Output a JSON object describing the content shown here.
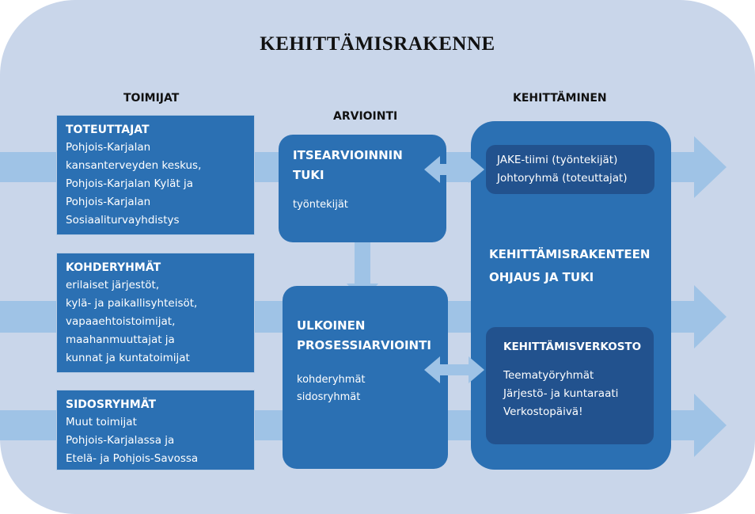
{
  "title": "KEHITTÄMISRAKENNE",
  "columns": {
    "toimijat": "TOIMIJAT",
    "arviointi": "ARVIOINTI",
    "kehittaminen": "KEHITTÄMINEN"
  },
  "toteuttajat": {
    "heading": "TOTEUTTAJAT",
    "lines": [
      "Pohjois-Karjalan",
      "kansanterveyden keskus,",
      "Pohjois-Karjalan Kylät ja",
      "Pohjois-Karjalan",
      "Sosiaaliturvayhdistys"
    ]
  },
  "kohderyhmat": {
    "heading": "KOHDERYHMÄT",
    "lines": [
      "erilaiset järjestöt,",
      "kylä- ja paikallisyhteisöt,",
      "vapaaehtoistoimijat,",
      "maahanmuuttajat ja",
      "kunnat ja kuntatoimijat"
    ]
  },
  "sidosryhmat": {
    "heading": "SIDOSRYHMÄT",
    "lines": [
      "Muut toimijat",
      "Pohjois-Karjalassa ja",
      "Etelä-  ja Pohjois-Savossa"
    ]
  },
  "itsearviointi": {
    "heading_lines": [
      "ITSEARVIOINNIN",
      "TUKI"
    ],
    "sub": "työntekijät"
  },
  "ulkoinen": {
    "heading_lines": [
      "ULKOINEN",
      "PROSESSIARVIOINTI"
    ],
    "sub_lines": [
      "kohderyhmät",
      "sidosryhmät"
    ]
  },
  "kehittaminen_box": {
    "jake_lines": [
      "JAKE-tiimi (työntekijät)",
      "Johtoryhmä (toteuttajat)"
    ],
    "ohjaus_lines": [
      "KEHITTÄMISRAKENTEEN",
      "OHJAUS JA TUKI"
    ],
    "verkosto_heading": "KEHITTÄMISVERKOSTO",
    "verkosto_lines": [
      "Teematyöryhmät",
      "Järjestö-  ja kuntaraati",
      "Verkostopäivä!"
    ]
  }
}
